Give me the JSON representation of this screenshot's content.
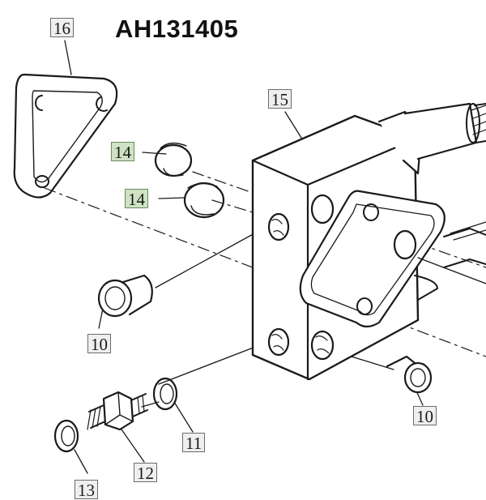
{
  "diagram": {
    "part_number": "AH131405",
    "callouts": [
      {
        "id": "c16",
        "label": "16",
        "highlight": false
      },
      {
        "id": "c15",
        "label": "15",
        "highlight": false
      },
      {
        "id": "c14a",
        "label": "14",
        "highlight": true
      },
      {
        "id": "c14b",
        "label": "14",
        "highlight": true
      },
      {
        "id": "c10a",
        "label": "10",
        "highlight": false
      },
      {
        "id": "c10b",
        "label": "10",
        "highlight": false
      },
      {
        "id": "c11",
        "label": "11",
        "highlight": false
      },
      {
        "id": "c12",
        "label": "12",
        "highlight": false
      },
      {
        "id": "c13",
        "label": "13",
        "highlight": false
      }
    ],
    "colors": {
      "line": "#1a1a1a",
      "callout_fill": "#efefef",
      "callout_highlight_fill": "#cfe2c3"
    }
  }
}
